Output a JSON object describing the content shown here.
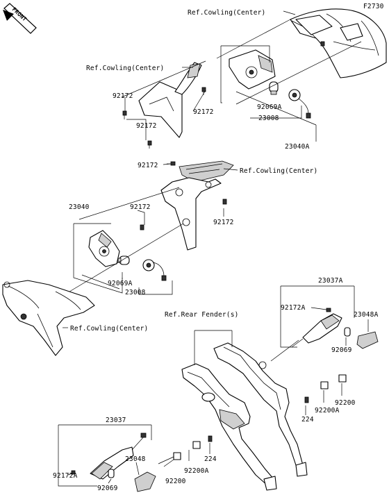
{
  "code": "F2730",
  "front_badge": "FRONT",
  "labels": {
    "ref_cowling_center_top": "Ref.Cowling(Center)",
    "ref_cowling_center_left": "Ref.Cowling(Center)",
    "bolt_92172_a": "92172",
    "bolt_92172_b": "92172",
    "bolt_92172_c": "92172",
    "bulb_92069a_top": "92069A",
    "socket_23008_top": "23008",
    "assy_23040a": "23040A",
    "bolt_92172_d": "92172",
    "ref_cowling_center_mid": "Ref.Cowling(Center)",
    "assy_23040": "23040",
    "bolt_92172_e": "92172",
    "bolt_92172_f": "92172",
    "bulb_92069a_mid": "92069A",
    "socket_23008_mid": "23008",
    "ref_cowling_center_low": "Ref.Cowling(Center)",
    "ref_rear_fender": "Ref.Rear Fender(s)",
    "assy_23037a": "23037A",
    "bolt_92172a_right": "92172A",
    "lens_23048a": "23048A",
    "bulb_92069_right": "92069",
    "assy_23037": "23037",
    "nut_224_right": "224",
    "grommet_92200_right": "92200",
    "grommet_92200a_right": "92200A",
    "bolt_92172a_left": "92172A",
    "lens_23048": "23048",
    "bulb_92069_left": "92069",
    "nut_224_left": "224",
    "grommet_92200a_left": "92200A",
    "grommet_92200_left": "92200"
  }
}
